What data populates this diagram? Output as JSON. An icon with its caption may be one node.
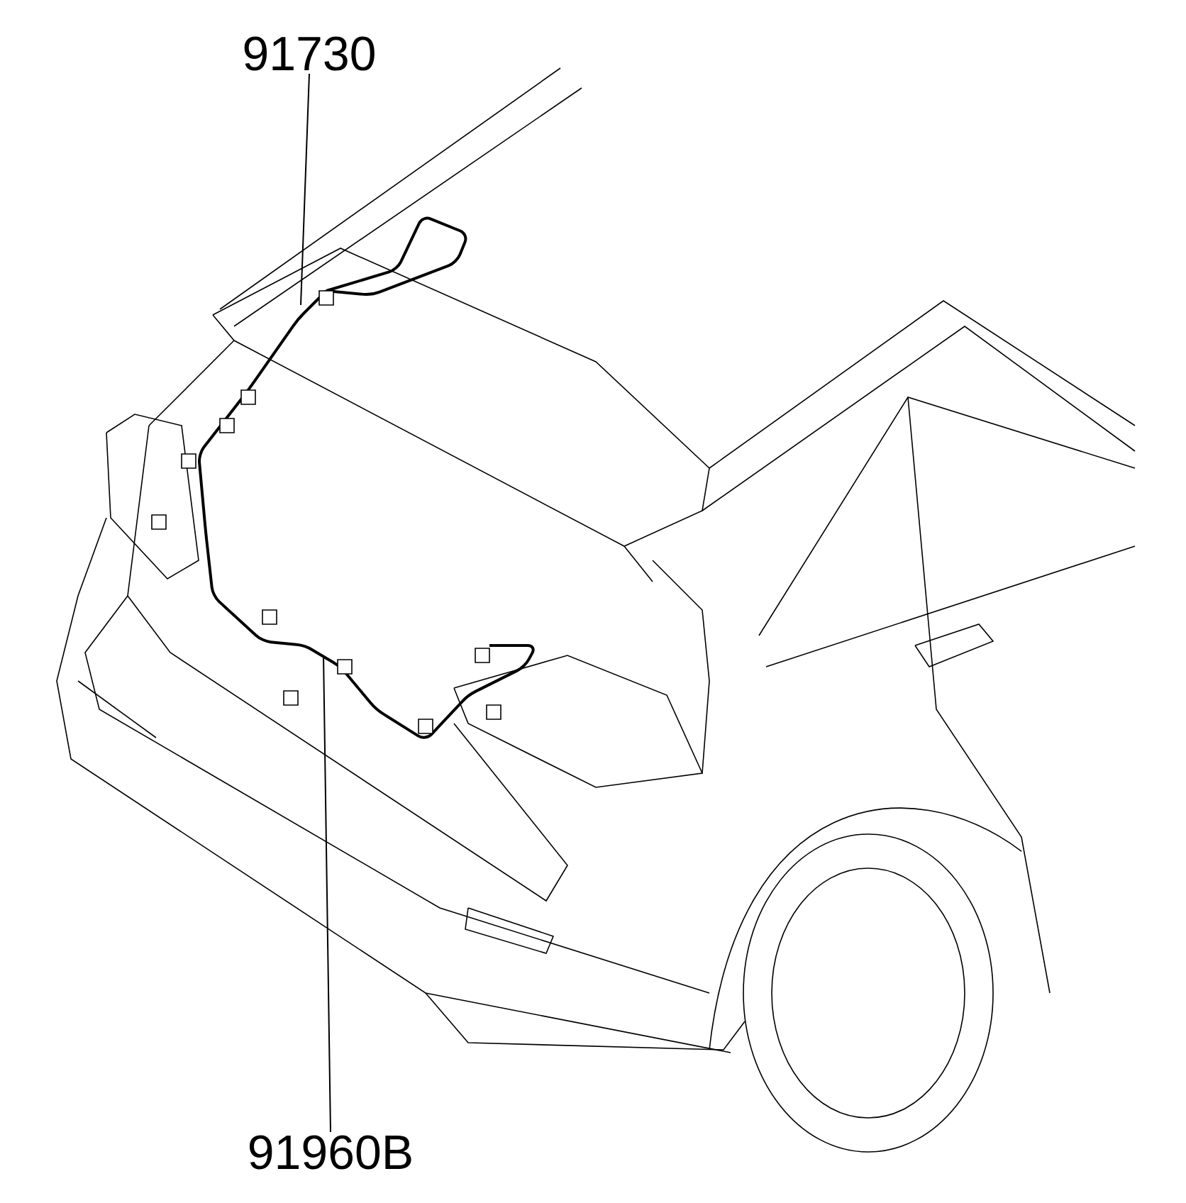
{
  "diagram": {
    "nodes": [
      {
        "text": [
          "91730"
        ]
      },
      {
        "text": [
          "91960B"
        ]
      }
    ],
    "edges": [
      {
        "from": 0,
        "to": null,
        "arrow": "none"
      },
      {
        "from": 1,
        "to": null,
        "arrow": "none"
      }
    ]
  }
}
